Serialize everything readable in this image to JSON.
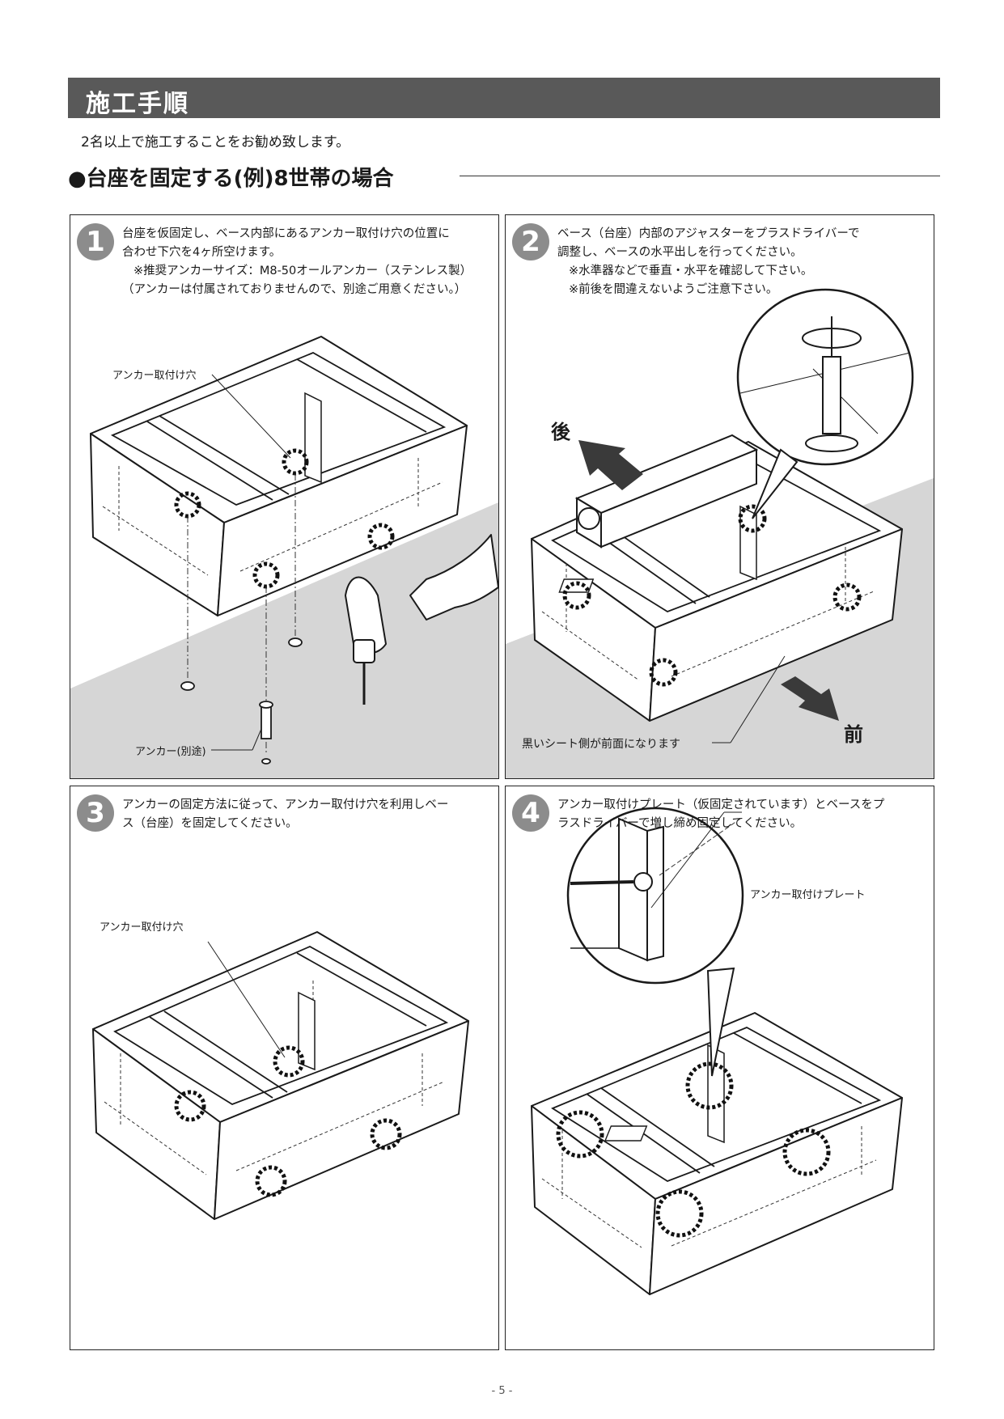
{
  "header": {
    "title": "施工手順"
  },
  "intro": "2名以上で施工することをお勧め致します。",
  "section": {
    "title": "●台座を固定する(例)8世帯の場合"
  },
  "steps": [
    {
      "number": "1",
      "lines": [
        "台座を仮固定し、ベース内部にあるアンカー取付け穴の位置に",
        "合わせ下穴を4ヶ所空けます。",
        "※推奨アンカーサイズ：M8-50オールアンカー（ステンレス製）",
        "（アンカーは付属されておりませんので、別途ご用意ください。）"
      ],
      "labels": {
        "anchor_hole": "アンカー取付け穴",
        "anchor": "アンカー(別途)"
      }
    },
    {
      "number": "2",
      "lines": [
        "ベース（台座）内部のアジャスターをプラスドライバーで",
        "調整し、ベースの水平出しを行ってください。",
        "※水準器などで垂直・水平を確認して下さい。",
        "※前後を間違えないようご注意下さい。"
      ],
      "labels": {
        "back": "後",
        "front": "前",
        "black_sheet": "黒いシート側が前面になります"
      }
    },
    {
      "number": "3",
      "lines": [
        "アンカーの固定方法に従って、アンカー取付け穴を利用しベー",
        "ス（台座）を固定してください。"
      ],
      "labels": {
        "anchor_hole": "アンカー取付け穴"
      }
    },
    {
      "number": "4",
      "lines": [
        "アンカー取付けプレート（仮固定されています）とベースをプ",
        "ラスドライバーで増し締め固定してください。"
      ],
      "labels": {
        "anchor_plate": "アンカー取付けプレート"
      }
    }
  ],
  "footer": {
    "page": "- 5 -"
  }
}
